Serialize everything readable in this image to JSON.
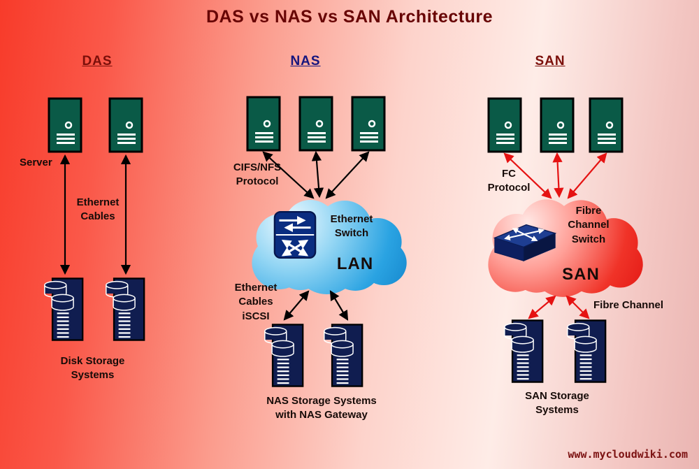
{
  "title": "DAS vs NAS vs SAN Architecture",
  "watermark": "www.mycloudwiki.com",
  "das": {
    "heading": "DAS",
    "server_label": "Server",
    "cable_label": "Ethernet\nCables",
    "storage_label": "Disk Storage\nSystems"
  },
  "nas": {
    "heading": "NAS",
    "protocol_label": "CIFS/NFS\nProtocol",
    "switch_label": "Ethernet\nSwitch",
    "network_label": "LAN",
    "cable_label": "Ethernet\nCables\niSCSI",
    "storage_label": "NAS Storage Systems\nwith NAS Gateway"
  },
  "san": {
    "heading": "SAN",
    "protocol_label": "FC\nProtocol",
    "switch_label": "Fibre\nChannel\nSwitch",
    "network_label": "SAN",
    "cable_label": "Fibre Channel",
    "storage_label": "SAN Storage\nSystems"
  },
  "colors": {
    "background_left": "#f83b2a",
    "background_right": "#eab5b2",
    "title_text": "#670404",
    "das_heading": "#7b0f0a",
    "nas_heading": "#15157e",
    "san_heading": "#7b0f0a",
    "label_text": "#170b08",
    "server_fill": "#0a5a47",
    "storage_fill": "#101d50",
    "lan_cloud_blue": "#1b8fd6",
    "san_cloud_red": "#e51212",
    "black_arrow": "#000000",
    "red_arrow": "#e51212",
    "watermark_text": "#7c1212"
  }
}
